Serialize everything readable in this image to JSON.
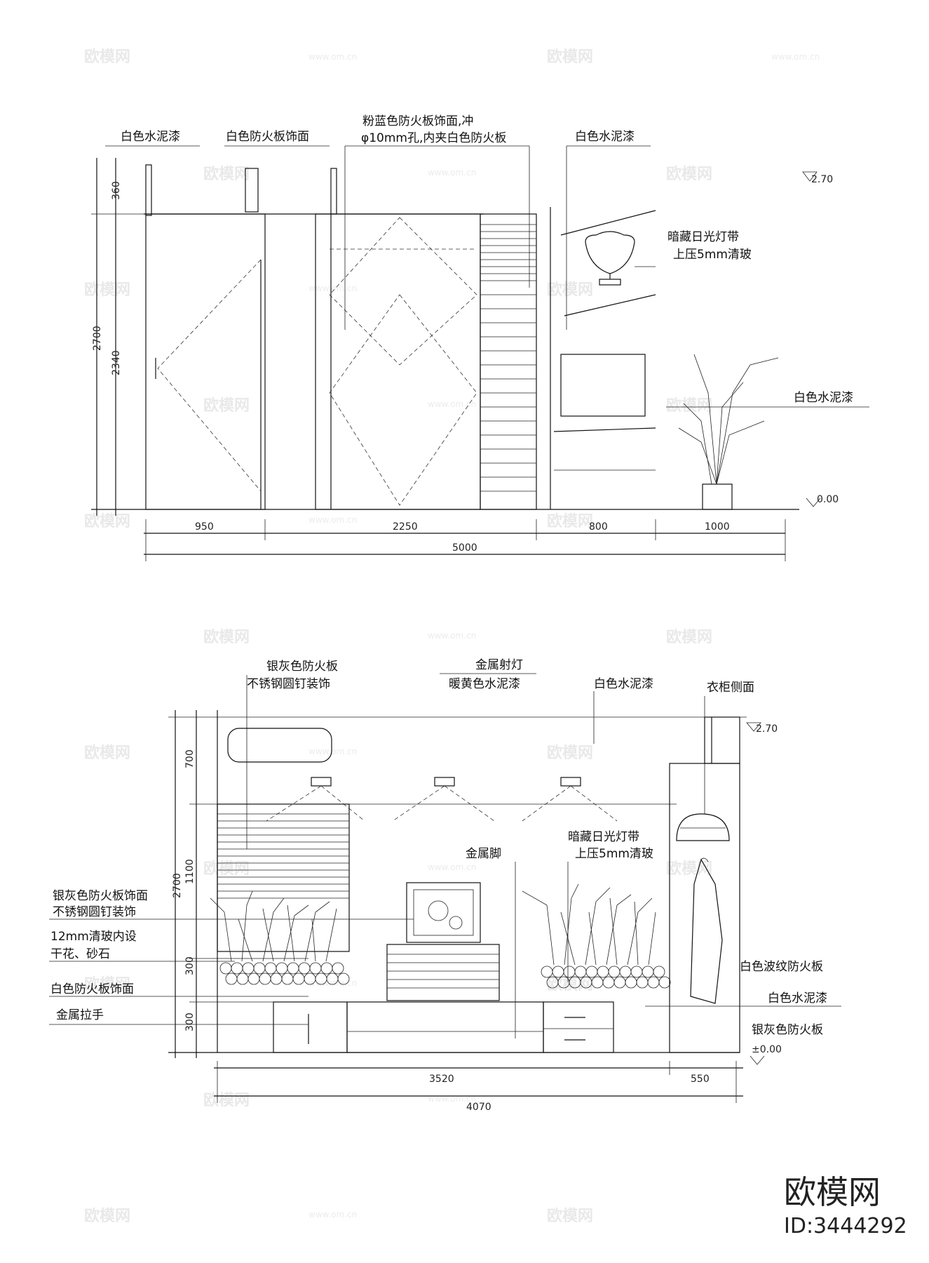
{
  "elevation_top": {
    "labels": {
      "white_cement_paint_left": "白色水泥漆",
      "white_fireboard_face": "白色防火板饰面",
      "blue_fireboard_line1": "粉蓝色防火板饰面,冲",
      "blue_fireboard_line2": "φ10mm孔,内夹白色防火板",
      "white_cement_paint_right": "白色水泥漆",
      "hidden_light_line1": "暗藏日光灯带",
      "hidden_light_line2": "上压5mm清玻",
      "white_cement_paint_plant": "白色水泥漆",
      "level_top": "2.70",
      "level_floor": "0.00"
    },
    "dimensions": {
      "h_360": "360",
      "h_2700": "2700",
      "h_2340": "2340",
      "w_950": "950",
      "w_2250": "2250",
      "w_800": "800",
      "w_1000": "1000",
      "w_total": "5000"
    }
  },
  "elevation_bottom": {
    "labels": {
      "silver_fireboard": "银灰色防火板",
      "steel_nail_deco": "不锈钢圆钉装饰",
      "metal_spotlight": "金属射灯",
      "warm_yellow_paint": "暖黄色水泥漆",
      "white_cement_paint": "白色水泥漆",
      "wardrobe_side": "衣柜侧面",
      "level_top": "2.70",
      "hidden_light_line1": "暗藏日光灯带",
      "hidden_light_line2": "上压5mm清玻",
      "metal_leg": "金属脚",
      "silver_face_line1": "银灰色防火板饰面",
      "silver_face_line2": "不锈钢圆钉装饰",
      "glass_line1": "12mm清玻内设",
      "glass_line2": "干花、砂石",
      "white_fireboard_face": "白色防火板饰面",
      "metal_handle": "金属拉手",
      "white_wave_fireboard": "白色波纹防火板",
      "white_cement_paint_2": "白色水泥漆",
      "silver_fireboard_2": "银灰色防火板",
      "level_floor": "±0.00"
    },
    "dimensions": {
      "h_700": "700",
      "h_2700": "2700",
      "h_1100": "1100",
      "h_300a": "300",
      "h_300b": "300",
      "w_3520": "3520",
      "w_550": "550",
      "w_total": "4070"
    }
  },
  "brand": {
    "name": "欧模网",
    "id": "ID:3444292"
  },
  "watermark": {
    "logo": "欧模网",
    "url": "www.om.cn"
  }
}
